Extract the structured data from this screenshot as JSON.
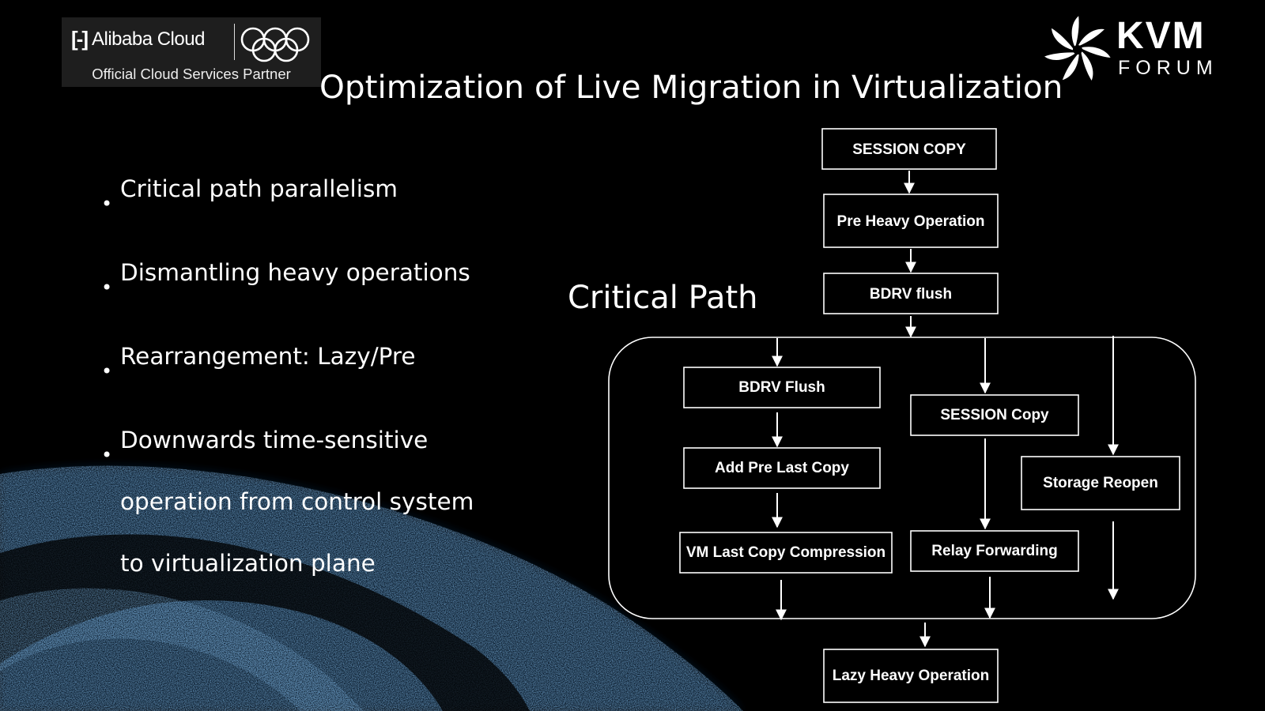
{
  "header": {
    "title": "Optimization of Live Migration in Virtualization",
    "partner_logo": {
      "brand": "Alibaba Cloud",
      "tagline": "Official Cloud Services Partner"
    },
    "event_logo": {
      "word": "KVM",
      "subword": "FORUM"
    }
  },
  "bullets": [
    {
      "lines": [
        "Critical path parallelism"
      ]
    },
    {
      "lines": [
        "Dismantling heavy operations"
      ]
    },
    {
      "lines": [
        "Rearrangement: Lazy/Pre"
      ]
    },
    {
      "lines": [
        "Downwards time-sensitive",
        "operation from control system",
        "to virtualization plane"
      ]
    }
  ],
  "diagram": {
    "label": "Critical Path",
    "sequential_top": [
      "SESSION COPY",
      "Pre Heavy Operation",
      "BDRV flush"
    ],
    "parallel_group": {
      "branch_1": [
        "BDRV Flush",
        "Add Pre Last Copy",
        "VM Last Copy Compression"
      ],
      "branch_2": [
        "SESSION Copy",
        "Relay Forwarding"
      ],
      "branch_3": [
        "Storage Reopen"
      ]
    },
    "sequential_bottom": [
      "Lazy Heavy Operation"
    ]
  },
  "colors": {
    "background": "#000000",
    "foreground": "#ffffff",
    "swirl": "#1f6fb0"
  }
}
